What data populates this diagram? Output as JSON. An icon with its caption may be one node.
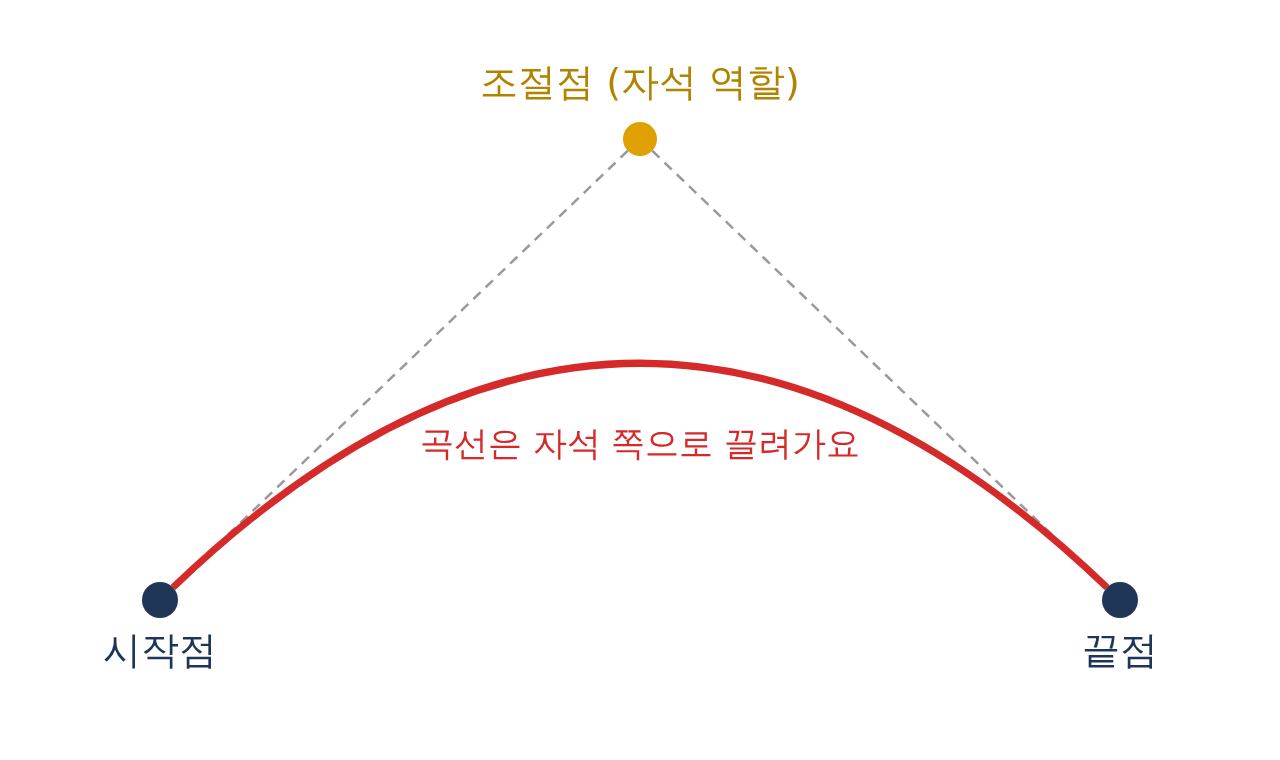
{
  "diagram": {
    "nodes": [
      {
        "text": [
          "조절점 (자석 역할)"
        ]
      },
      {
        "text": [
          "시작점"
        ]
      },
      {
        "text": [
          "끝점"
        ]
      }
    ],
    "edges": [
      {
        "from": 0,
        "to": 1,
        "arrow": "none",
        "style": "dashed"
      },
      {
        "from": 0,
        "to": 2,
        "arrow": "none",
        "style": "dashed"
      },
      {
        "from": 1,
        "to": 2,
        "arrow": "none",
        "style": "thick",
        "color": "#d42a2a",
        "label": "곡선은 자석 쪽으로 끌려가요"
      }
    ]
  }
}
